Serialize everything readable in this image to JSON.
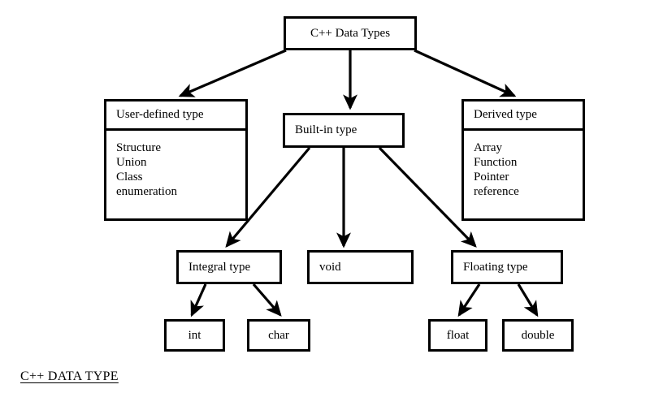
{
  "diagram": {
    "caption": "C++ DATA TYPE",
    "root": {
      "label": "C++ Data Types"
    },
    "level1": [
      {
        "label": "User-defined type",
        "items": [
          "Structure",
          "Union",
          "Class",
          "enumeration"
        ]
      },
      {
        "label": "Built-in type",
        "items": []
      },
      {
        "label": "Derived type",
        "items": [
          "Array",
          "Function",
          "Pointer",
          "reference"
        ]
      }
    ],
    "level2": [
      {
        "label": "Integral type"
      },
      {
        "label": "void"
      },
      {
        "label": "Floating type"
      }
    ],
    "level3": [
      {
        "label": "int"
      },
      {
        "label": "char"
      },
      {
        "label": "float"
      },
      {
        "label": "double"
      }
    ],
    "colors": {
      "background": "#ffffff",
      "stroke": "#000000",
      "text": "#000000"
    }
  }
}
